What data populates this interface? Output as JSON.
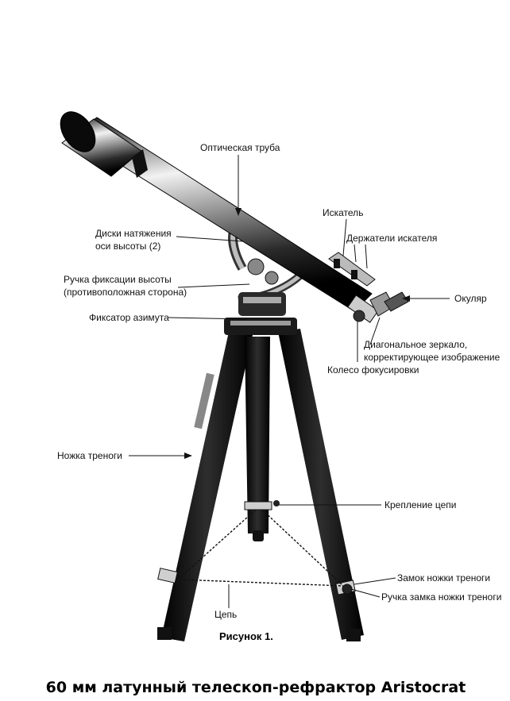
{
  "labels": {
    "optical_tube": "Оптическая труба",
    "finder": "Искатель",
    "finder_holders": "Держатели искателя",
    "altitude_tension_line1": "Диски натяжения",
    "altitude_tension_line2": "оси высоты (2)",
    "altitude_lock_line1": "Ручка фиксации высоты",
    "altitude_lock_line2": "(противоположная сторона)",
    "eyepiece": "Окуляр",
    "azimuth_lock": "Фиксатор азимута",
    "diagonal_line1": "Диагональное зеркало,",
    "diagonal_line2": "корректирующее изображение",
    "focus_wheel": "Колесо фокусировки",
    "tripod_leg": "Ножка треноги",
    "chain_mount": "Крепление цепи",
    "leg_lock": "Замок ножки треноги",
    "leg_lock_knob": "Ручка замка ножки треноги",
    "chain": "Цепь"
  },
  "figure_caption": "Рисунок 1.",
  "page_title": "60 мм латунный телескоп-рефрактор Aristocrat",
  "colors": {
    "ink": "#111111",
    "tube_dark": "#1a1a1a",
    "tube_light": "#d9d9d9",
    "leg": "#1c1c1c"
  }
}
